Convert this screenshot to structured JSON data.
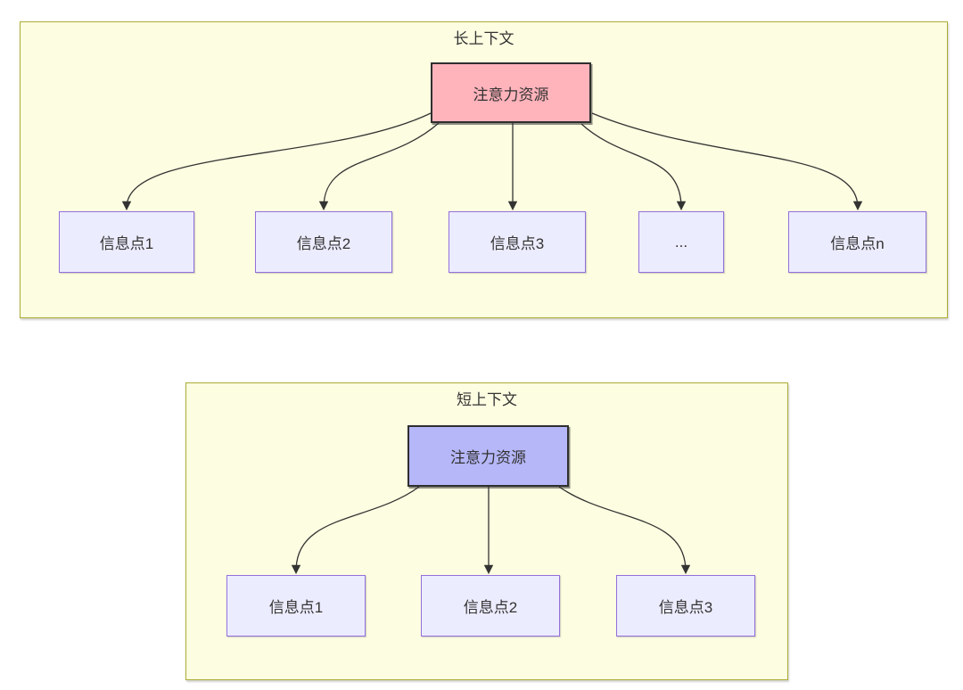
{
  "diagram": {
    "groups": [
      {
        "title": "长上下文",
        "root": {
          "label": "注意力资源",
          "fill": "#ffb3bb"
        },
        "children": [
          {
            "label": "信息点1"
          },
          {
            "label": "信息点2"
          },
          {
            "label": "信息点3"
          },
          {
            "label": "..."
          },
          {
            "label": "信息点n"
          }
        ]
      },
      {
        "title": "短上下文",
        "root": {
          "label": "注意力资源",
          "fill": "#b6b7f8"
        },
        "children": [
          {
            "label": "信息点1"
          },
          {
            "label": "信息点2"
          },
          {
            "label": "信息点3"
          }
        ]
      }
    ],
    "colors": {
      "group_fill": "#fdfde1",
      "group_border": "#abab34",
      "node_fill": "#ececff",
      "node_border": "#9370db",
      "root_long_fill": "#ffb3bb",
      "root_short_fill": "#b6b7f8",
      "edge": "#333333",
      "text": "#333333"
    }
  }
}
